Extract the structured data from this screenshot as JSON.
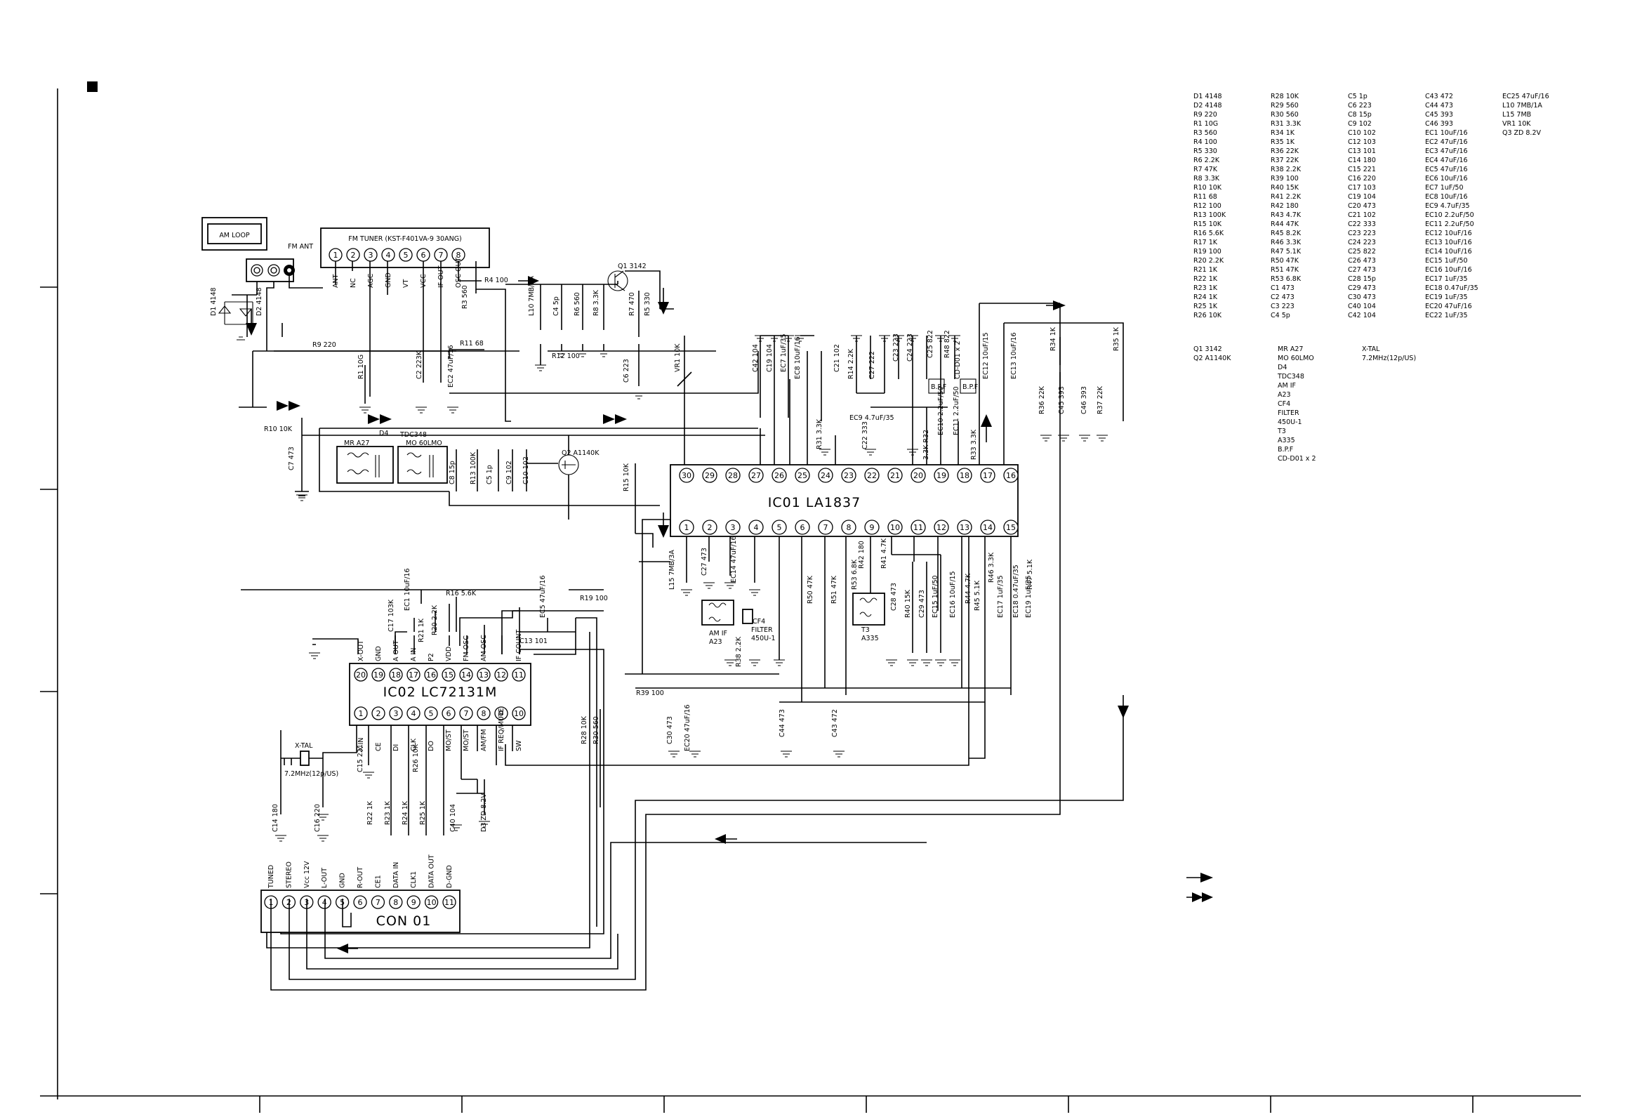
{
  "am_loop": "AM LOOP",
  "fm_ant": "FM ANT",
  "fm_tuner": {
    "title": "FM TUNER (KST-F401VA-9 30ANG)",
    "pins": [
      "1",
      "2",
      "3",
      "4",
      "5",
      "6",
      "7",
      "8"
    ],
    "pin_labels": [
      "ANT",
      "NC",
      "AGC",
      "GND",
      "VT",
      "VCC",
      "IF OUT",
      "OSC OUT"
    ]
  },
  "ic01": {
    "name": "IC01 LA1837",
    "top_pins": [
      "30",
      "29",
      "28",
      "27",
      "26",
      "25",
      "24",
      "23",
      "22",
      "21",
      "20",
      "19",
      "18",
      "17",
      "16"
    ],
    "bottom_pins": [
      "1",
      "2",
      "3",
      "4",
      "5",
      "6",
      "7",
      "8",
      "9",
      "10",
      "11",
      "12",
      "13",
      "14",
      "15"
    ]
  },
  "ic02": {
    "name": "IC02  LC72131M",
    "top_pins": [
      "20",
      "19",
      "18",
      "17",
      "16",
      "15",
      "14",
      "13",
      "12",
      "11"
    ],
    "top_labels": [
      "X-OUT",
      "GND",
      "A OUT",
      "A IN",
      "P2",
      "VDD",
      "FM OSC",
      "AM OSC",
      "",
      "IF COUNT"
    ],
    "bottom_pins": [
      "1",
      "2",
      "3",
      "4",
      "5",
      "6",
      "7",
      "8",
      "9",
      "10"
    ],
    "bottom_labels": [
      "X IN",
      "CE",
      "DI",
      "CLK",
      "DO",
      "MO/ST",
      "MO/ST",
      "AM/FM",
      "IF REQ/MUTE",
      "SW"
    ]
  },
  "con01": {
    "name": "CON 01",
    "pins": [
      "1",
      "2",
      "3",
      "4",
      "5",
      "6",
      "7",
      "8",
      "9",
      "10",
      "11"
    ],
    "labels": [
      "TUNED",
      "STEREO",
      "Vcc 12V",
      "L-OUT",
      "GND",
      "R-OUT",
      "CE1",
      "DATA IN",
      "CLK1",
      "DATA OUT",
      "D-GND"
    ]
  },
  "xtal": [
    "X-TAL",
    "7.2MHz(12p/US)"
  ],
  "transistors": [
    "Q1 3142",
    "Q2 A1140K"
  ],
  "modules": [
    "MR A27",
    "MO 60LMO",
    "D4",
    "TDC348",
    "AM IF",
    "A23",
    "CF4",
    "FILTER",
    "450U-1",
    "T3",
    "A335",
    "B.P.F",
    "CD-D01 x 2"
  ],
  "components": [
    "D1 4148",
    "D2 4148",
    "R9 220",
    "R1 10G",
    "R3 560",
    "R4 100",
    "R5 330",
    "R6 2.2K",
    "R7 47K",
    "R8 3.3K",
    "R10 10K",
    "R11 68",
    "R12 100",
    "R13 100K",
    "R15 10K",
    "R16 5.6K",
    "R17 1K",
    "R19 100",
    "R20 2.2K",
    "R21 1K",
    "R22 1K",
    "R23 1K",
    "R24 1K",
    "R25 1K",
    "R26 10K",
    "R28 10K",
    "R29 560",
    "R30 560",
    "R31 3.3K",
    "R34 1K",
    "R35 1K",
    "R36 22K",
    "R37 22K",
    "R38 2.2K",
    "R39 100",
    "R40 15K",
    "R41 2.2K",
    "R42 180",
    "R43 4.7K",
    "R44 47K",
    "R45 8.2K",
    "R46 3.3K",
    "R47 5.1K",
    "R50 47K",
    "R51 47K",
    "R53 6.8K",
    "C1 473",
    "C2 473",
    "C3 223",
    "C4 5p",
    "C5 1p",
    "C6 223",
    "C8 15p",
    "C9 102",
    "C10 102",
    "C12 103",
    "C13 101",
    "C14 180",
    "C15 221",
    "C16 220",
    "C17 103",
    "C19 104",
    "C20 473",
    "C21 102",
    "C22 333",
    "C23 223",
    "C24 223",
    "C25 822",
    "C26 473",
    "C27 473",
    "C28 15p",
    "C29 473",
    "C30 473",
    "C40 104",
    "C42 104",
    "C43 472",
    "C44 473",
    "C45 393",
    "C46 393",
    "EC1 10uF/16",
    "EC2 47uF/16",
    "EC3 47uF/16",
    "EC4 47uF/16",
    "EC5 47uF/16",
    "EC6 10uF/16",
    "EC7 1uF/50",
    "EC8 10uF/16",
    "EC9 4.7uF/35",
    "EC10 2.2uF/50",
    "EC11 2.2uF/50",
    "EC12 10uF/16",
    "EC13 10uF/16",
    "EC14 10uF/16",
    "EC15 1uF/50",
    "EC16 10uF/16",
    "EC17 1uF/35",
    "EC18 0.47uF/35",
    "EC19 1uF/35",
    "EC20 47uF/16",
    "EC22 1uF/35",
    "EC25 47uF/16",
    "L10 7MB/1A",
    "L15 7MB",
    "VR1 10K",
    "Q3 ZD 8.2V"
  ]
}
